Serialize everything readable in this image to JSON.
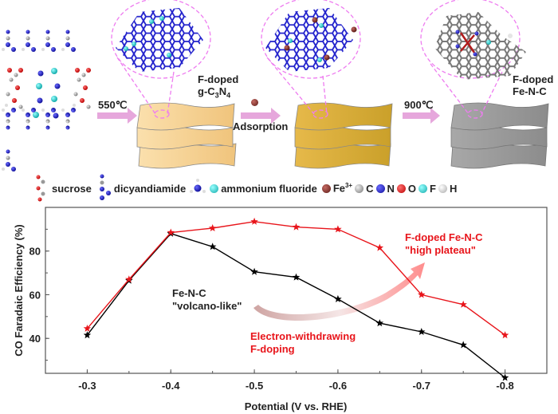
{
  "scheme": {
    "step1_label": "550℃",
    "step2_label": "Adsorption",
    "step3_label": "900℃",
    "product1_line1": "F-doped",
    "product1_line2_prefix": "g-C",
    "product1_line2_sub1": "3",
    "product1_line2_mid": "N",
    "product1_line2_sub2": "4",
    "product2_line1": "F-doped",
    "product2_line2": "Fe-N-C",
    "sheet_colors": {
      "g_c3n4": "#f5cf8e",
      "fe_adsorbed": "#d9a932",
      "fe_n_c": "#9a9a9a"
    },
    "zoom_outline_color": "#ee7cf0",
    "arrow_color": "#e6a7dc"
  },
  "legend": {
    "items": [
      {
        "label": "sucrose"
      },
      {
        "label": "dicyandiamide"
      },
      {
        "label": "ammonium fluoride"
      },
      {
        "label": "Fe",
        "sup": "3+",
        "color": "#7e2a26"
      },
      {
        "label": "C",
        "color": "#8c8c8c"
      },
      {
        "label": "N",
        "color": "#1a1acc"
      },
      {
        "label": "O",
        "color": "#e01818"
      },
      {
        "label": "F",
        "color": "#22c7c7"
      },
      {
        "label": "H",
        "color": "#d8d8d8"
      }
    ]
  },
  "chart_data": {
    "type": "line",
    "title": "",
    "xlabel": "Potential (V vs. RHE)",
    "ylabel": "CO Faradaic Efficiency (%)",
    "x": [
      -0.3,
      -0.35,
      -0.4,
      -0.45,
      -0.5,
      -0.55,
      -0.6,
      -0.65,
      -0.7,
      -0.75,
      -0.8
    ],
    "xlim": [
      -0.25,
      -0.85
    ],
    "ylim": [
      24,
      100
    ],
    "xticks": [
      "-0.3",
      "-0.4",
      "-0.5",
      "-0.6",
      "-0.7",
      "-0.8"
    ],
    "xtick_values": [
      -0.3,
      -0.4,
      -0.5,
      -0.6,
      -0.7,
      -0.8
    ],
    "yticks": [
      "40",
      "60",
      "80"
    ],
    "ytick_values": [
      40,
      60,
      80
    ],
    "grid": false,
    "marker": "star",
    "series": [
      {
        "name": "Fe-N-C",
        "color": "#000000",
        "values": [
          41.5,
          66.5,
          88,
          82,
          70.5,
          68,
          58,
          47,
          43,
          37,
          22
        ]
      },
      {
        "name": "F-doped Fe-N-C",
        "color": "#e8151b",
        "values": [
          44.5,
          67,
          88.5,
          90.5,
          93.5,
          91,
          90,
          81.5,
          60,
          55.5,
          41.5
        ]
      }
    ],
    "annotations": [
      {
        "line1": "Fe-N-C",
        "line2": "\"volcano-like\"",
        "color": "#222222"
      },
      {
        "line1": "F-doped Fe-N-C",
        "line2": "\"high plateau\"",
        "color": "#e8151b"
      },
      {
        "line1": "Electron-withdrawing",
        "line2": "F-doping",
        "color": "#e8151b"
      }
    ]
  }
}
